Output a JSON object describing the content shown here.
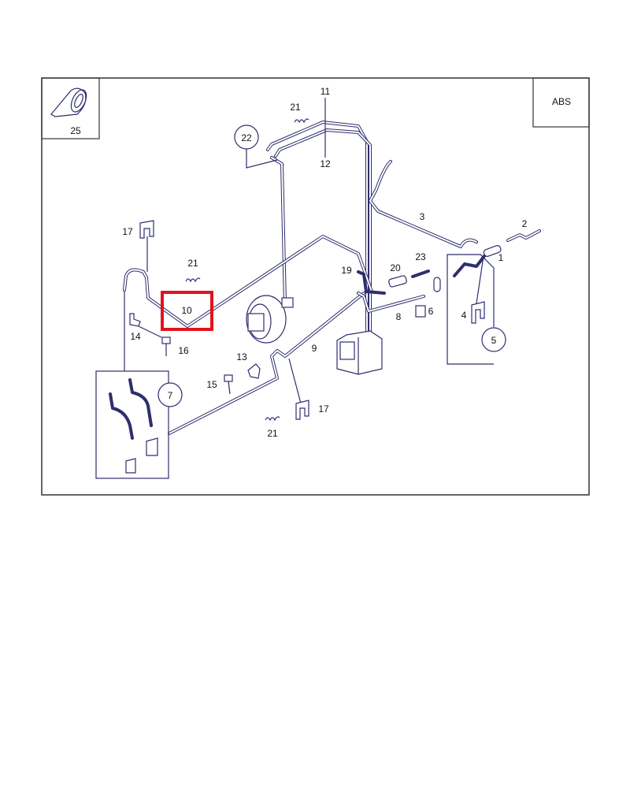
{
  "diagram": {
    "section_label": "ABS",
    "highlighted_part": "10",
    "accent_color": "#e0141e",
    "line_color": "#2e2e6e",
    "parts": {
      "p1": "1",
      "p2": "2",
      "p3": "3",
      "p4": "4",
      "p5": "5",
      "p6": "6",
      "p7": "7",
      "p8": "8",
      "p9": "9",
      "p10": "10",
      "p11": "11",
      "p12": "12",
      "p13": "13",
      "p14": "14",
      "p15": "15",
      "p16": "16",
      "p17a": "17",
      "p17b": "17",
      "p19": "19",
      "p20": "20",
      "p21a": "21",
      "p21b": "21",
      "p21c": "21",
      "p22": "22",
      "p23": "23",
      "p25": "25"
    }
  }
}
